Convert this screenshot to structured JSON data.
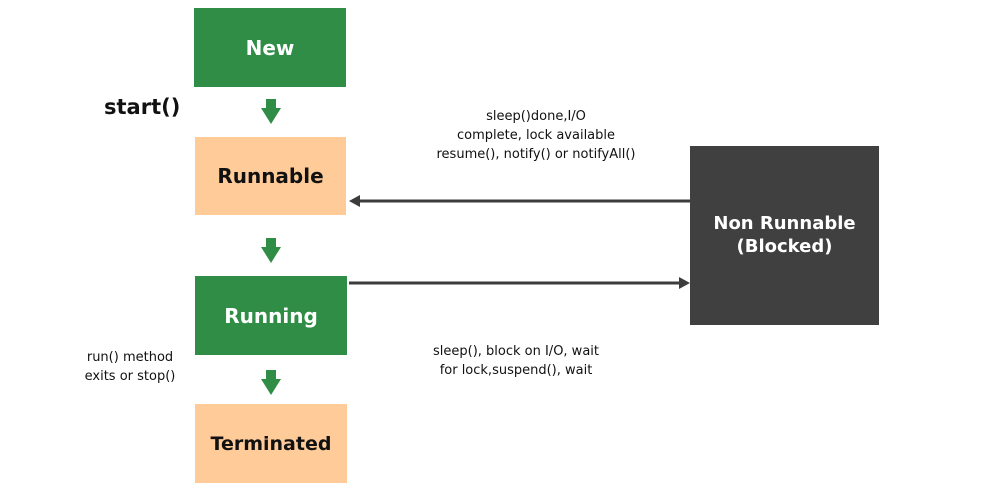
{
  "states": {
    "new": "New",
    "runnable": "Runnable",
    "running": "Running",
    "terminated": "Terminated",
    "blocked_line1": "Non Runnable",
    "blocked_line2": "(Blocked)"
  },
  "transitions": {
    "start": "start()",
    "resume_lines": [
      "sleep()done,I/O",
      "complete, lock available",
      "resume(), notify() or notifyAll()"
    ],
    "block_lines": [
      "sleep(), block on I/O, wait",
      "for lock,suspend(), wait"
    ],
    "exit_lines": [
      "run() method",
      "exits or stop()"
    ]
  },
  "colors": {
    "green": "#2f8d46",
    "peach": "#ffcc99",
    "dark_box": "#404040",
    "arrow_dark": "#3c3c3c"
  }
}
